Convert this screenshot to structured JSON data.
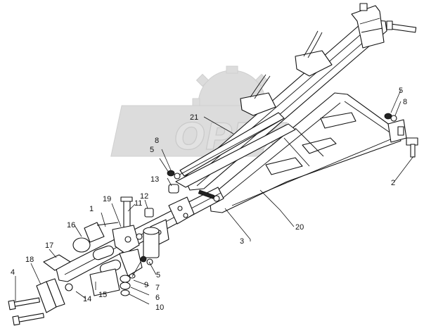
{
  "watermark": {
    "text": "OPEX",
    "color": "#dcdcdc"
  },
  "callouts": [
    {
      "id": "c-1",
      "text": "1"
    },
    {
      "id": "c-2",
      "text": "2"
    },
    {
      "id": "c-3",
      "text": "3"
    },
    {
      "id": "c-4",
      "text": "4"
    },
    {
      "id": "c-5a",
      "text": "5"
    },
    {
      "id": "c-5b",
      "text": "5"
    },
    {
      "id": "c-5c",
      "text": "5"
    },
    {
      "id": "c-6",
      "text": "6"
    },
    {
      "id": "c-7",
      "text": "7"
    },
    {
      "id": "c-8a",
      "text": "8"
    },
    {
      "id": "c-8b",
      "text": "8"
    },
    {
      "id": "c-9",
      "text": "9"
    },
    {
      "id": "c-10",
      "text": "10"
    },
    {
      "id": "c-11",
      "text": "11"
    },
    {
      "id": "c-12",
      "text": "12"
    },
    {
      "id": "c-13",
      "text": "13"
    },
    {
      "id": "c-14",
      "text": "14"
    },
    {
      "id": "c-15",
      "text": "15"
    },
    {
      "id": "c-16",
      "text": "16"
    },
    {
      "id": "c-17",
      "text": "17"
    },
    {
      "id": "c-18",
      "text": "18"
    },
    {
      "id": "c-19",
      "text": "19"
    },
    {
      "id": "c-20",
      "text": "20"
    },
    {
      "id": "c-21",
      "text": "21"
    }
  ]
}
